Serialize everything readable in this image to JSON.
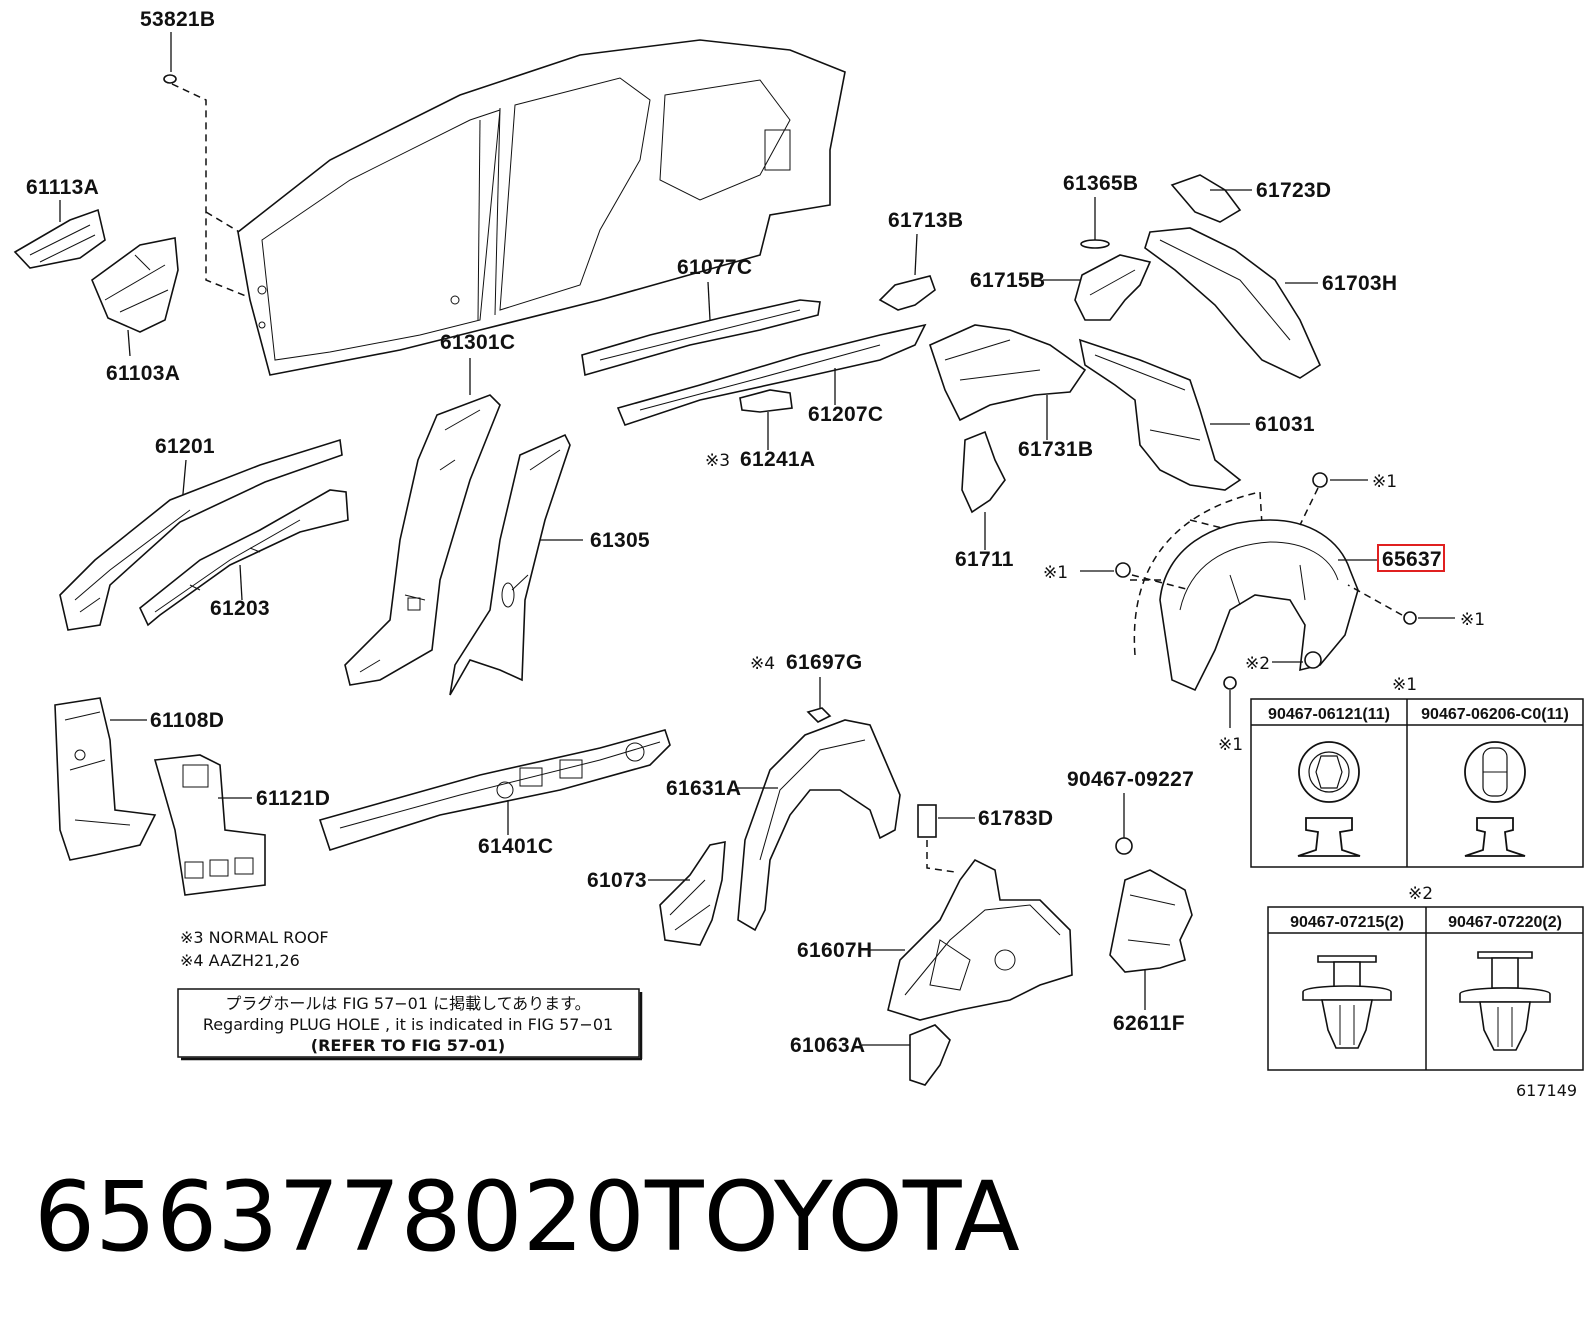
{
  "figure_number": "617149",
  "caption": {
    "part_number": "6563778020",
    "brand": "TOYOTA"
  },
  "highlighted_part": "65637",
  "labels": {
    "p53821B": "53821B",
    "p61113A": "61113A",
    "p61103A": "61103A",
    "p61201": "61201",
    "p61203": "61203",
    "p61301C": "61301C",
    "p61305": "61305",
    "p61077C": "61077C",
    "p61207C": "61207C",
    "p61241A": "61241A",
    "p61713B": "61713B",
    "p61715B": "61715B",
    "p61365B": "61365B",
    "p61723D": "61723D",
    "p61703H": "61703H",
    "p61731B": "61731B",
    "p61031": "61031",
    "p61711": "61711",
    "p65637": "65637",
    "p61108D": "61108D",
    "p61121D": "61121D",
    "p61401C": "61401C",
    "p61697G": "61697G",
    "p61631A": "61631A",
    "p61073": "61073",
    "p61783D": "61783D",
    "p61607H": "61607H",
    "p61063A": "61063A",
    "p90467_09227": "90467-09227",
    "p62611F": "62611F"
  },
  "marks": {
    "m1": "※1",
    "m2": "※2",
    "m3": "※3",
    "m4": "※4"
  },
  "notes": {
    "note3": "※3 NORMAL ROOF",
    "note4": "※4 AAZH21,26"
  },
  "plug_hole_box": {
    "line_jp": "プラグホールは FIG 57−01 に掲載してあります。",
    "line_en": "Regarding  PLUG  HOLE , it is indicated in  FIG  57−01",
    "line_ref": "(REFER  TO  FIG  57-01)"
  },
  "clip_table_1": {
    "mark": "※1",
    "headers": [
      "90467-06121(11)",
      "90467-06206-C0(11)"
    ]
  },
  "clip_table_2": {
    "mark": "※2",
    "headers": [
      "90467-07215(2)",
      "90467-07220(2)"
    ]
  }
}
